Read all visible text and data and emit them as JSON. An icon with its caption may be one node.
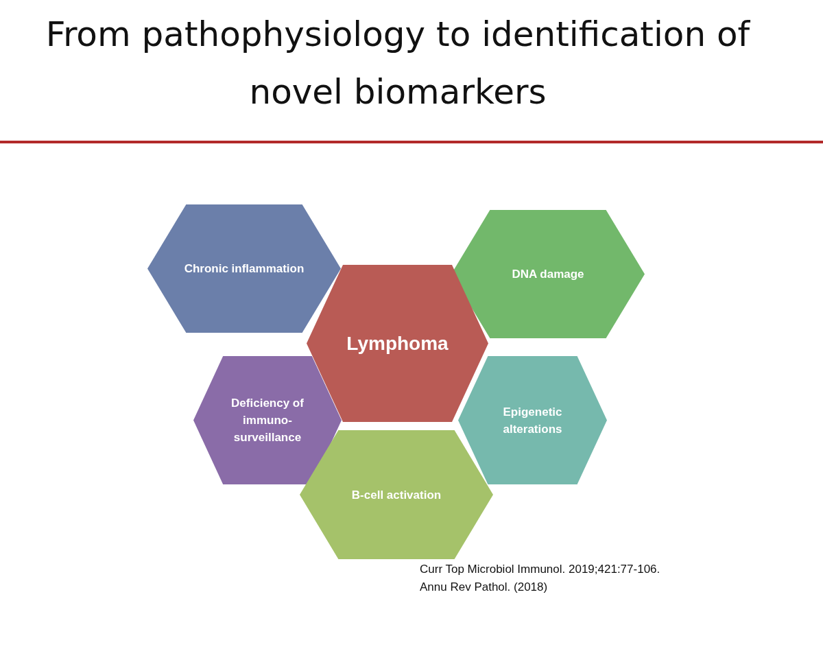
{
  "diagram": {
    "title": "From pathophysiology to identification of novel biomarkers",
    "nodes": [
      {
        "text": [
          "Chronic inflammation"
        ]
      },
      {
        "text": [
          "DNA damage"
        ]
      },
      {
        "text": [
          "Lymphoma"
        ]
      },
      {
        "text": [
          "Deficiency of immuno-surveillance"
        ]
      },
      {
        "text": [
          "Epigenetic alterations"
        ]
      },
      {
        "text": [
          "B-cell activation"
        ]
      }
    ],
    "labels": [
      "Curr Top Microbiol Immunol. 2019;421:77-106.",
      "Annu Rev Pathol. (2018)"
    ]
  }
}
